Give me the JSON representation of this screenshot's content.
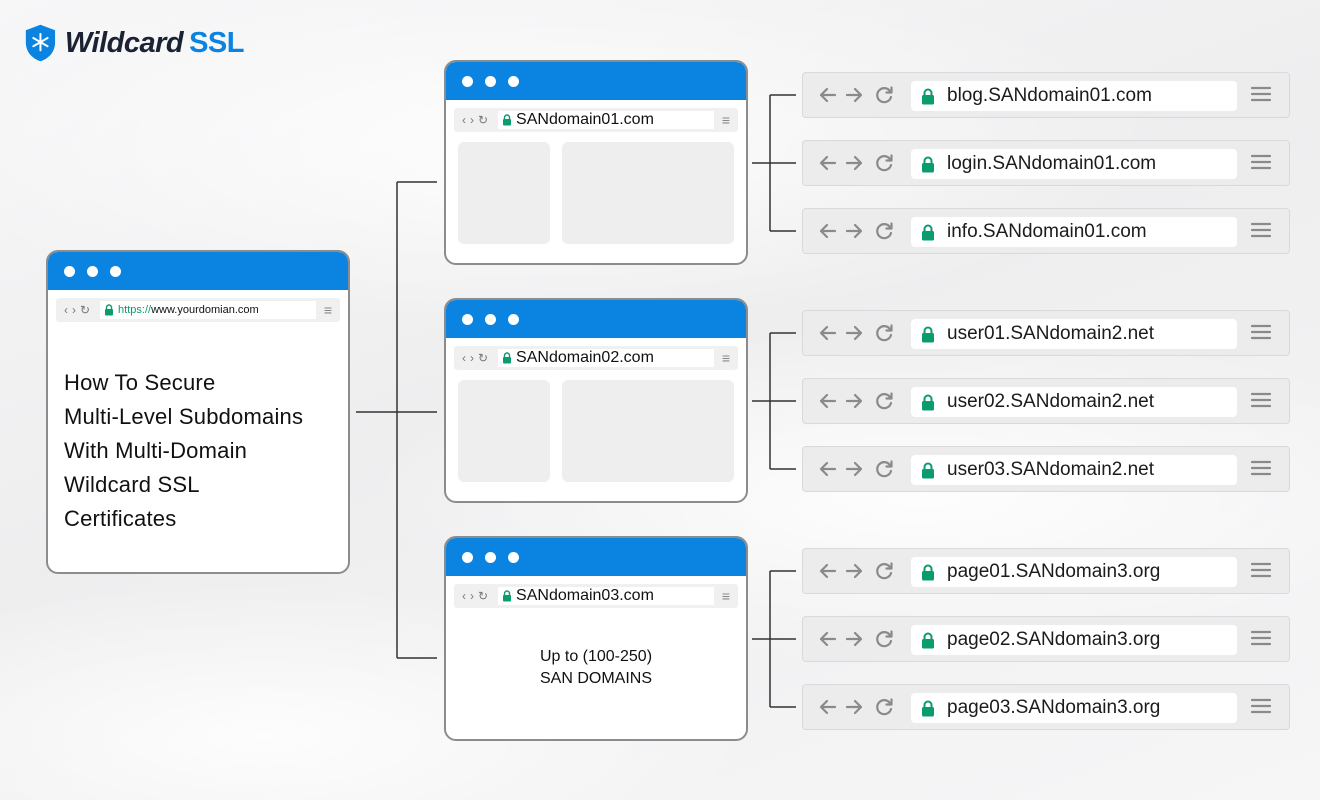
{
  "logo": {
    "name": "Wildcard",
    "suffix": "SSL"
  },
  "main": {
    "url_scheme": "https://",
    "url_rest": "www.yourdomian.com",
    "title_lines": [
      "How To Secure",
      "Multi-Level Subdomains",
      "With Multi-Domain",
      "Wildcard SSL",
      "Certificates"
    ]
  },
  "domains": [
    {
      "url": "SANdomain01.com"
    },
    {
      "url": "SANdomain02.com"
    },
    {
      "url": "SANdomain03.com",
      "note_line1": "Up to (100-250)",
      "note_line2": "SAN DOMAINS"
    }
  ],
  "subdomains": [
    "blog.SANdomain01.com",
    "login.SANdomain01.com",
    "info.SANdomain01.com",
    "user01.SANdomain2.net",
    "user02.SANdomain2.net",
    "user03.SANdomain2.net",
    "page01.SANdomain3.org",
    "page02.SANdomain3.org",
    "page03.SANdomain3.org"
  ],
  "colors": {
    "accent": "#0a84e0",
    "lock": "#0a9b6f",
    "border": "#8c8c8c"
  },
  "icons": [
    "shield-snowflake-icon",
    "back-arrow-icon",
    "forward-arrow-icon",
    "reload-icon",
    "lock-icon",
    "menu-icon"
  ]
}
